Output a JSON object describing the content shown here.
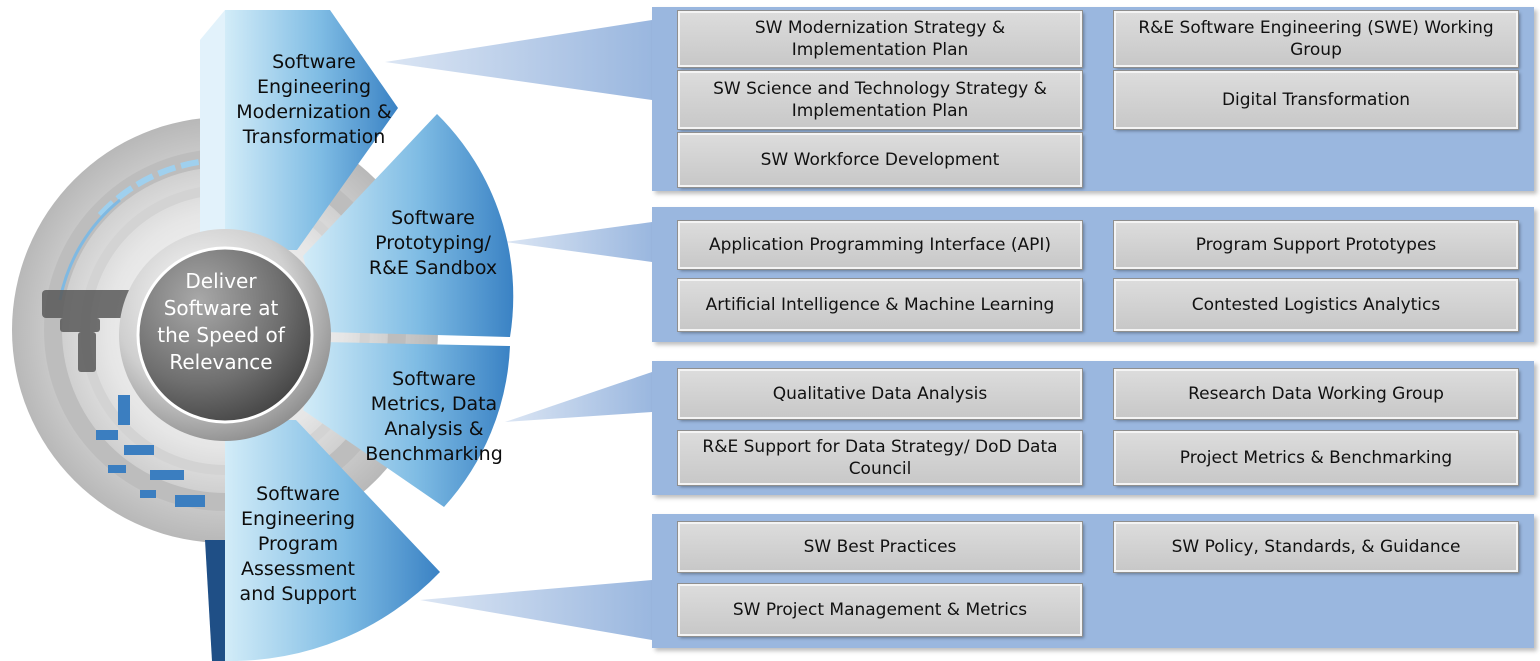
{
  "center": {
    "label": "Deliver Software at the Speed of Relevance"
  },
  "colors": {
    "panel": "#9ab7df",
    "segment_light": "#c9e6f6",
    "segment_dark": "#3d86c6",
    "button": "#d2d2d2"
  },
  "segments": [
    {
      "label": "Software Engineering Modernization & Transformation",
      "items": [
        "SW Modernization Strategy & Implementation Plan",
        "R&E Software Engineering (SWE) Working Group",
        "SW Science and Technology Strategy & Implementation Plan",
        "Digital Transformation",
        "SW Workforce Development"
      ]
    },
    {
      "label": "Software Prototyping/ R&E Sandbox",
      "items": [
        "Application Programming Interface (API)",
        "Program Support Prototypes",
        "Artificial Intelligence & Machine Learning",
        "Contested Logistics Analytics"
      ]
    },
    {
      "label": "Software Metrics, Data Analysis & Benchmarking",
      "items": [
        "Qualitative Data Analysis",
        "Research Data Working Group",
        "R&E Support for Data Strategy/ DoD Data Council",
        "Project Metrics & Benchmarking"
      ]
    },
    {
      "label": "Software Engineering Program Assessment and Support",
      "items": [
        "SW Best Practices",
        "SW Policy, Standards, & Guidance",
        "SW Project Management & Metrics"
      ]
    }
  ]
}
